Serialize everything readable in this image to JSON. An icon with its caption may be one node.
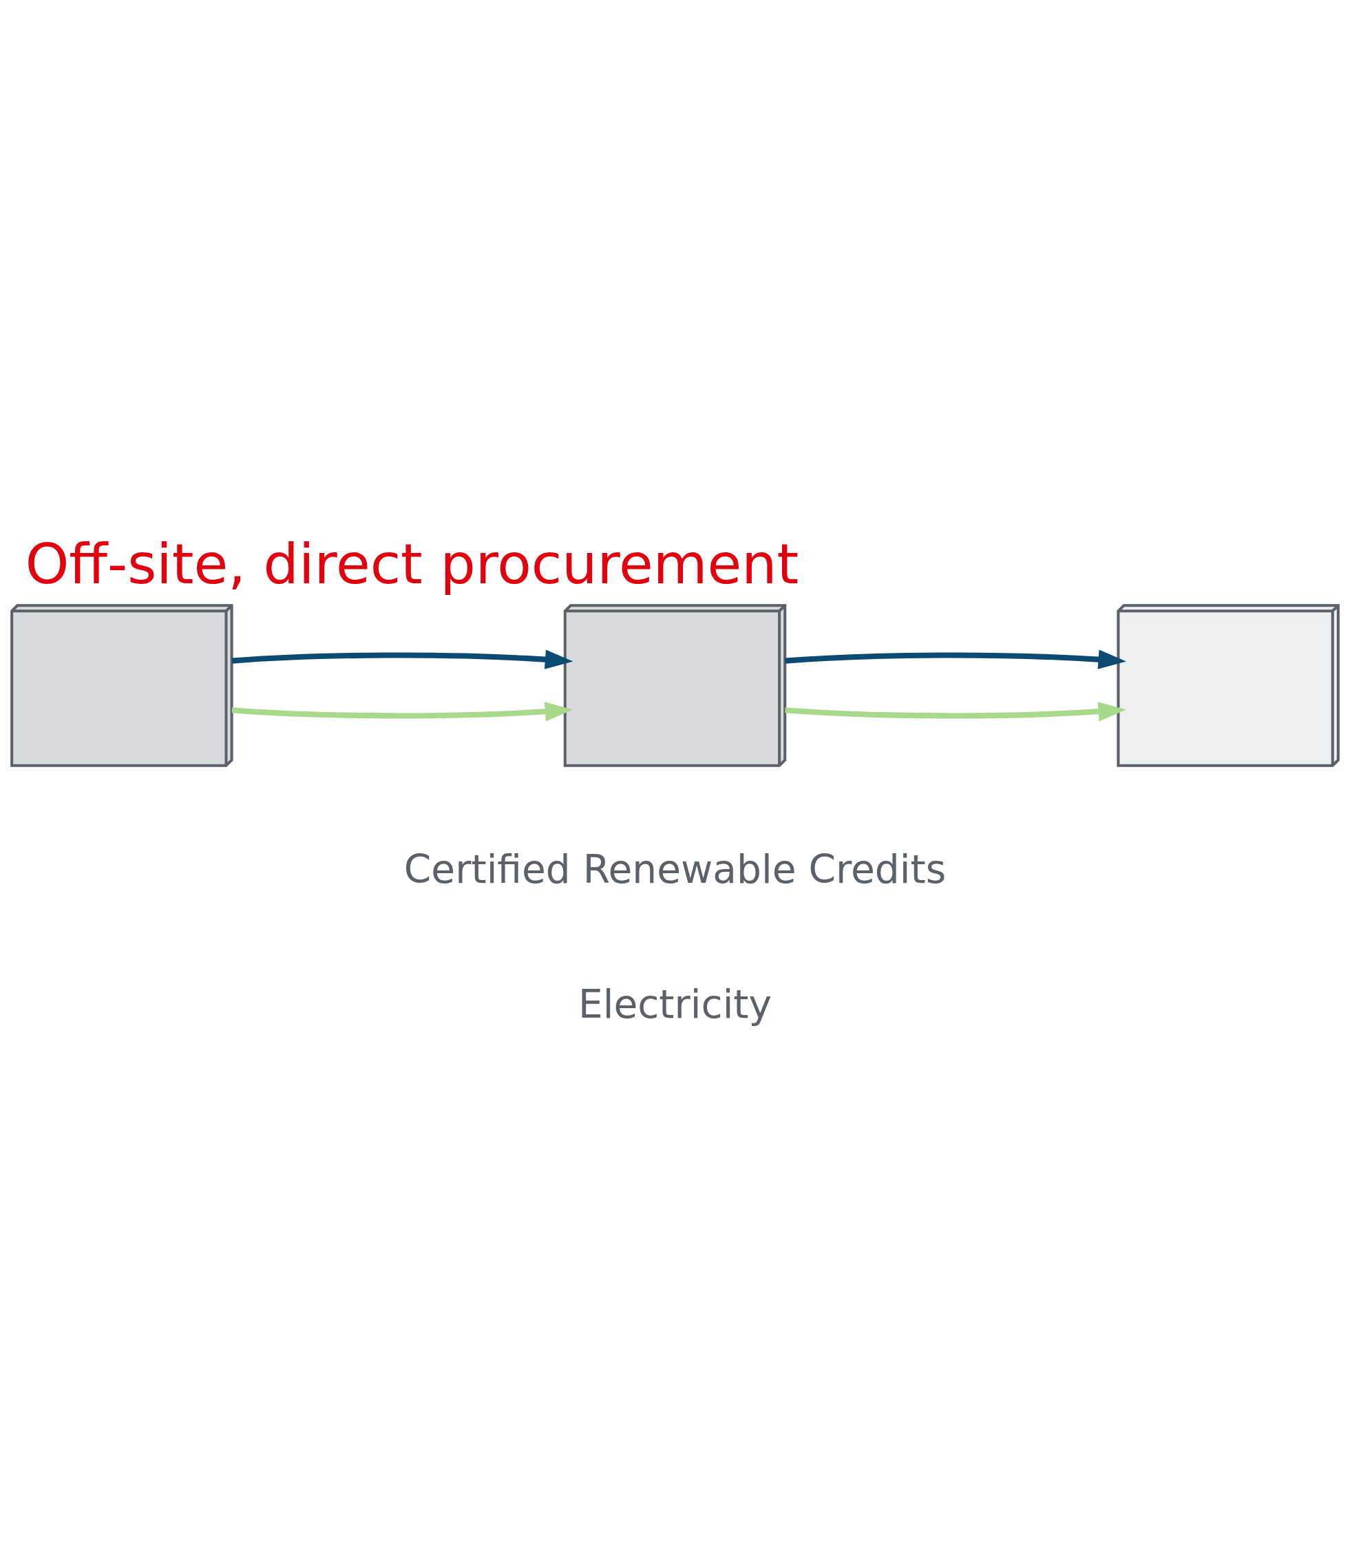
{
  "diagram": {
    "title": "Off-site, direct procurement",
    "nodes": [
      {
        "text": [],
        "shape": "picture"
      },
      {
        "text": [],
        "shape": "picture"
      },
      {
        "text": [],
        "shape": "picture"
      }
    ],
    "edges": [
      {
        "from": 0,
        "to": 1,
        "arrow": "to",
        "color": "#a6d98a"
      },
      {
        "from": 0,
        "to": 1,
        "arrow": "to",
        "color": "#0b4a73"
      },
      {
        "from": 1,
        "to": 2,
        "arrow": "to",
        "color": "#a6d98a"
      },
      {
        "from": 1,
        "to": 2,
        "arrow": "to",
        "color": "#0b4a73"
      }
    ],
    "legend": [
      {
        "text": "Certified Renewable Credits"
      },
      {
        "text": "Electricity"
      }
    ]
  }
}
